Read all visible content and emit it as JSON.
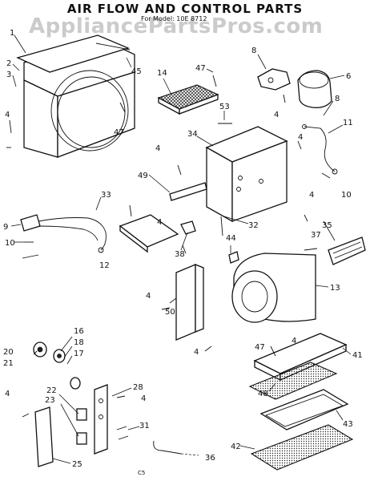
{
  "title": "AIR FLOW AND CONTROL PARTS",
  "subtitle": "For Model: 10E 8712",
  "watermark": "AppliancePartsPros.com",
  "footer": "C5",
  "callouts": [
    {
      "id": "c1",
      "text": "1"
    },
    {
      "id": "c2",
      "text": "2"
    },
    {
      "id": "c3",
      "text": "3"
    },
    {
      "id": "c4a",
      "text": "4"
    },
    {
      "id": "c45",
      "text": "45"
    },
    {
      "id": "c47a",
      "text": "47"
    },
    {
      "id": "c14",
      "text": "14"
    },
    {
      "id": "c47b",
      "text": "47"
    },
    {
      "id": "c8a",
      "text": "8"
    },
    {
      "id": "c6",
      "text": "6"
    },
    {
      "id": "c53",
      "text": "53"
    },
    {
      "id": "c8b",
      "text": "8"
    },
    {
      "id": "c4b",
      "text": "4"
    },
    {
      "id": "c11",
      "text": "11"
    },
    {
      "id": "c34",
      "text": "34"
    },
    {
      "id": "c4c",
      "text": "4"
    },
    {
      "id": "c4d",
      "text": "4"
    },
    {
      "id": "c10a",
      "text": "10"
    },
    {
      "id": "c49",
      "text": "49"
    },
    {
      "id": "c33",
      "text": "33"
    },
    {
      "id": "c9",
      "text": "9"
    },
    {
      "id": "c10b",
      "text": "10"
    },
    {
      "id": "c4e",
      "text": "4"
    },
    {
      "id": "c32",
      "text": "32"
    },
    {
      "id": "c4f",
      "text": "4"
    },
    {
      "id": "c35",
      "text": "35"
    },
    {
      "id": "c44",
      "text": "44"
    },
    {
      "id": "c37",
      "text": "37"
    },
    {
      "id": "c38",
      "text": "38"
    },
    {
      "id": "c12",
      "text": "12"
    },
    {
      "id": "c13",
      "text": "13"
    },
    {
      "id": "c4g",
      "text": "4"
    },
    {
      "id": "c50",
      "text": "50"
    },
    {
      "id": "c16",
      "text": "16"
    },
    {
      "id": "c18",
      "text": "18"
    },
    {
      "id": "c17",
      "text": "17"
    },
    {
      "id": "c47c",
      "text": "47"
    },
    {
      "id": "c4h",
      "text": "4"
    },
    {
      "id": "c20",
      "text": "20"
    },
    {
      "id": "c21",
      "text": "21"
    },
    {
      "id": "c4i",
      "text": "4"
    },
    {
      "id": "c41",
      "text": "41"
    },
    {
      "id": "c4j",
      "text": "4"
    },
    {
      "id": "c28",
      "text": "28"
    },
    {
      "id": "c4k",
      "text": "4"
    },
    {
      "id": "c22",
      "text": "22"
    },
    {
      "id": "c23",
      "text": "23"
    },
    {
      "id": "c48",
      "text": "48"
    },
    {
      "id": "c31",
      "text": "31"
    },
    {
      "id": "c43",
      "text": "43"
    },
    {
      "id": "c42",
      "text": "42"
    },
    {
      "id": "c36",
      "text": "36"
    },
    {
      "id": "c25",
      "text": "25"
    }
  ]
}
